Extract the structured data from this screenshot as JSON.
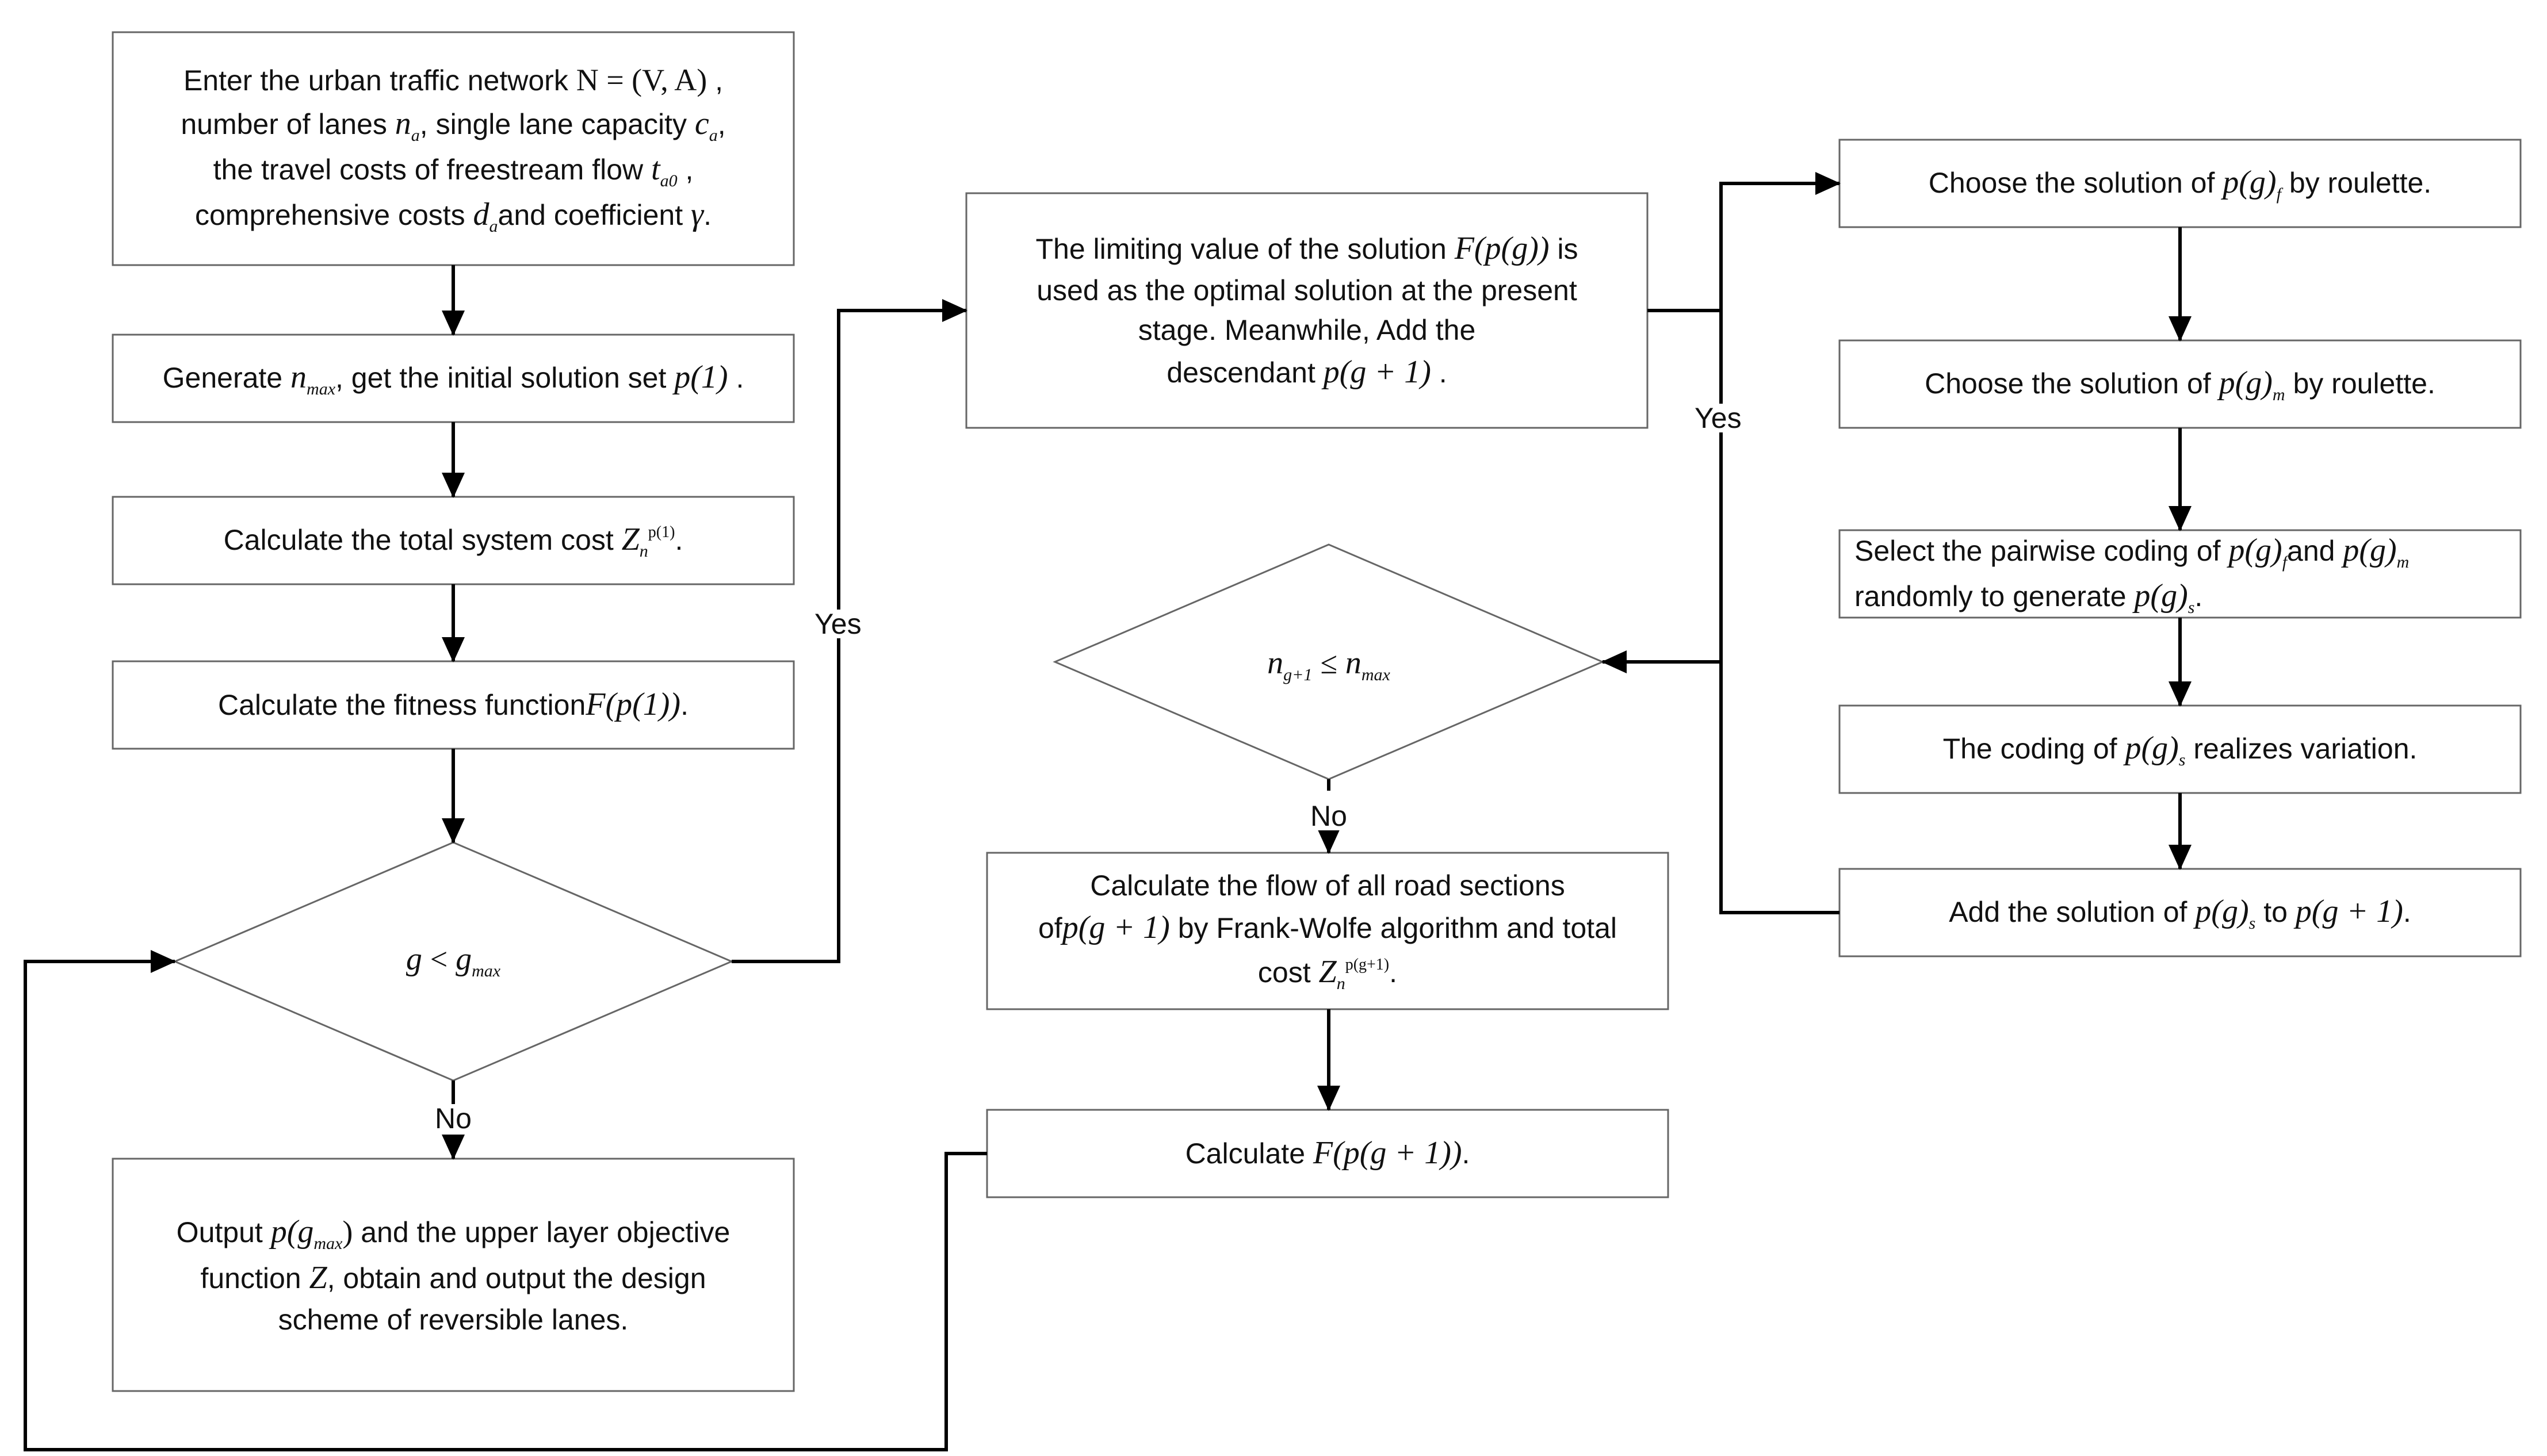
{
  "nodes": {
    "input": {
      "line1": "Enter the urban traffic network",
      "line1_math": "N = (V, A)",
      "line2a": "number of lanes",
      "line2_na": "n",
      "line2_na_sub": "a",
      "line2b": ", single lane capacity",
      "line2_ca": "c",
      "line2_ca_sub": "a",
      "line3": "the travel costs of freestream flow",
      "line3_t": "t",
      "line3_t_sub": "a0",
      "line4a": "comprehensive costs",
      "line4_d": "d",
      "line4_d_sub": "a",
      "line4b": "and coefficient",
      "line4_gamma": "γ"
    },
    "generate": {
      "text_a": "Generate",
      "n": "n",
      "n_sub": "max",
      "text_b": ", get the initial solution set",
      "p1": "p(1)"
    },
    "total_cost": {
      "text": "Calculate the total system cost",
      "z": "Z",
      "z_sub": "n",
      "z_sup": "p(1)"
    },
    "fitness": {
      "text": "Calculate the fitness function",
      "f": "F(p(1))"
    },
    "loop_check": {
      "g": "g",
      "op": "<",
      "gmax": "g",
      "gmax_sub": "max"
    },
    "output": {
      "line1a": "Output",
      "line1_p": "p(g",
      "line1_sub": "max",
      "line1_close": ")",
      "line1b": "and the upper layer objective",
      "line2a": "function",
      "line2_z": "Z",
      "line2b": ", obtain and output the design",
      "line3": "scheme of reversible lanes."
    },
    "limit": {
      "line1a": "The limiting value of the solution",
      "line1_f": "F(p(g))",
      "line1b": "is",
      "line2": "used as the optimal solution at the present",
      "line3": "stage. Meanwhile, Add the",
      "line4a": "descendant",
      "line4_p": "p(g + 1)"
    },
    "size_check": {
      "n": "n",
      "n_sub": "g+1",
      "op": "≤",
      "nmax": "n",
      "nmax_sub": "max"
    },
    "flow": {
      "line1": "Calculate the flow of all road sections",
      "line2a": "of",
      "line2_p": "p(g + 1)",
      "line2b": "by Frank-Wolfe algorithm and total",
      "line3a": "cost",
      "line3_z": "Z",
      "line3_sub": "n",
      "line3_sup": "p(g+1)"
    },
    "calc_f": {
      "text": "Calculate",
      "f": "F(p(g + 1))"
    },
    "choose_f": {
      "text_a": "Choose the solution of",
      "p": "p(g)",
      "p_sub": "f",
      "text_b": "by roulette."
    },
    "choose_m": {
      "text_a": "Choose the solution of",
      "p": "p(g)",
      "p_sub": "m",
      "text_b": "by roulette."
    },
    "pairwise": {
      "line1a": "Select the pairwise coding of",
      "line1_pf": "p(g)",
      "line1_pf_sub": "f",
      "line1b": "and",
      "line1_pm": "p(g)",
      "line1_pm_sub": "m",
      "line2a": "randomly to generate",
      "line2_ps": "p(g)",
      "line2_ps_sub": "s"
    },
    "variation": {
      "text_a": "The coding of",
      "p": "p(g)",
      "p_sub": "s",
      "text_b": "realizes variation."
    },
    "add": {
      "text_a": "Add the solution of",
      "p": "p(g)",
      "p_sub": "s",
      "text_b": "to",
      "p2": "p(g + 1)"
    }
  },
  "edge_labels": {
    "loop_yes": "Yes",
    "loop_no": "No",
    "size_no": "No",
    "limit_yes": "Yes"
  }
}
